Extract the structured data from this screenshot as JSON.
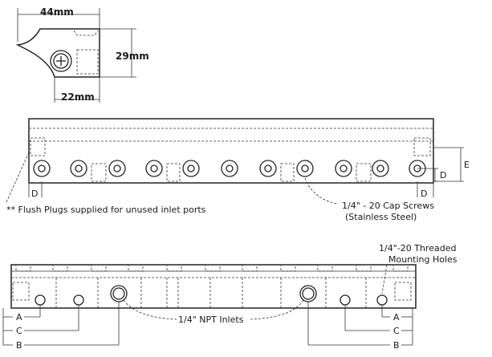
{
  "end_view": {
    "width_label": "44mm",
    "height_label": "29mm",
    "base_label": "22mm"
  },
  "front_view": {
    "flush_plugs_note": "** Flush Plugs supplied for unused inlet ports",
    "cap_screws_line1": "1/4\" - 20 Cap Screws",
    "cap_screws_line2": "(Stainless Steel)",
    "dim_d_left": "D",
    "dim_d_right_1": "D",
    "dim_d_right_2": "D",
    "dim_e": "E"
  },
  "bottom_view": {
    "threaded_holes_line1": "1/4\"-20 Threaded",
    "threaded_holes_line2": "Mounting Holes",
    "npt_inlets": "1/4\" NPT Inlets",
    "left_labels": [
      "A",
      "C",
      "B"
    ],
    "right_labels": [
      "A",
      "C",
      "B"
    ]
  }
}
